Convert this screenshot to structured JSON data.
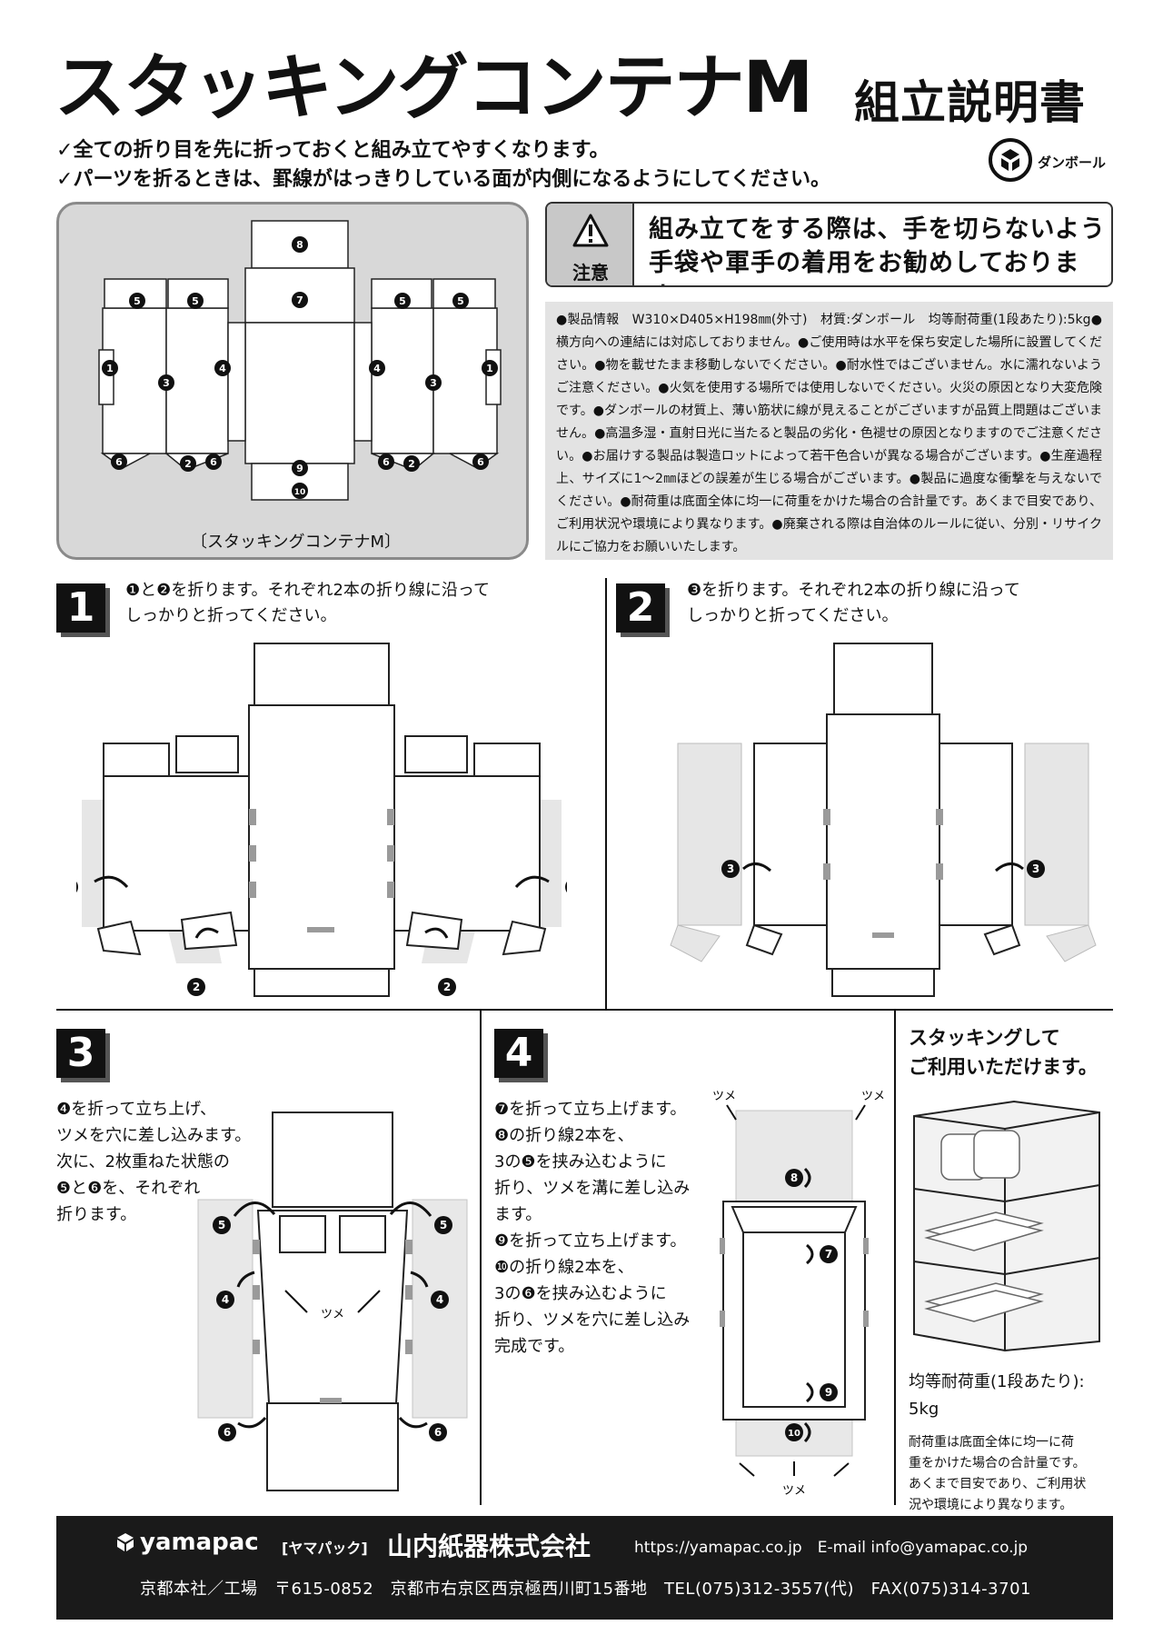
{
  "header": {
    "title": "スタッキングコンテナM",
    "subtitle": "組立説明書",
    "tips": [
      "全ての折り目を先に折っておくと組み立てやすくなります。",
      "パーツを折るときは、罫線がはっきりしている面が内側になるようにしてください。"
    ],
    "danbo_label": "ダンボール"
  },
  "diagram": {
    "caption": "〔スタッキングコンテナM〕",
    "numbers": [
      "❶",
      "❷",
      "❸",
      "❹",
      "❺",
      "❻",
      "❼",
      "❽",
      "❾",
      "❿"
    ]
  },
  "caution": {
    "label": "注意",
    "line1": "組み立てをする際は、手を切らないよう",
    "line2": "手袋や軍手の着用をお勧めしております。"
  },
  "info_text": "●製品情報　W310×D405×H198㎜(外寸)　材質:ダンボール　均等耐荷重(1段あたり):5kg●横方向への連結には対応しておりません。●ご使用時は水平を保ち安定した場所に設置してください。●物を載せたまま移動しないでください。●耐水性ではございません。水に濡れないようご注意ください。●火気を使用する場所では使用しないでください。火災の原因となり大変危険です。●ダンボールの材質上、薄い筋状に線が見えることがございますが品質上問題はございません。●高温多湿・直射日光に当たると製品の劣化・色褪せの原因となりますのでご注意ください。●お届けする製品は製造ロットによって若干色合いが異なる場合がございます。●生産過程上、サイズに1～2㎜ほどの誤差が生じる場合がございます。●製品に過度な衝撃を与えないでください。●耐荷重は底面全体に均一に荷重をかけた場合の合計量です。あくまで目安であり、ご利用状況や環境により異なります。●廃棄される際は自治体のルールに従い、分別・リサイクルにご協力をお願いいたします。",
  "steps": [
    {
      "num": "1",
      "line1": "❶と❷を折ります。それぞれ2本の折り線に沿って",
      "line2": "しっかりと折ってください。"
    },
    {
      "num": "2",
      "line1": "❸を折ります。それぞれ2本の折り線に沿って",
      "line2": "しっかりと折ってください。"
    },
    {
      "num": "3",
      "lines": [
        "❹を折って立ち上げ、",
        "ツメを穴に差し込みます。",
        "次に、2枚重ねた状態の",
        "❺と❻を、それぞれ",
        "折ります。"
      ]
    },
    {
      "num": "4",
      "lines": [
        "❼を折って立ち上げます。",
        "❽の折り線2本を、",
        "3の❺を挟み込むように",
        "折り、ツメを溝に差し込み",
        "ます。",
        "❾を折って立ち上げます。",
        "❿の折り線2本を、",
        "3の❻を挟み込むように",
        "折り、ツメを穴に差し込み",
        "完成です。"
      ]
    }
  ],
  "labels": {
    "tsume": "ツメ"
  },
  "stacking": {
    "title1": "スタッキングして",
    "title2": "ご利用いただけます。",
    "load_label": "均等耐荷重(1段あたり):",
    "load_value": "5kg",
    "note": [
      "耐荷重は底面全体に均一に荷",
      "重をかけた場合の合計量です。",
      "あくまで目安であり、ご利用状",
      "況や環境により異なります。"
    ]
  },
  "footer": {
    "logo": "yamapac",
    "logo_sub": "[ヤマパック]",
    "company": "山内紙器株式会社",
    "web": "https://yamapac.co.jp　E-mail info@yamapac.co.jp",
    "address": "京都本社／工場　〒615-0852　京都市右京区西京極西川町15番地　TEL(075)312-3557(代)　FAX(075)314-3701"
  }
}
